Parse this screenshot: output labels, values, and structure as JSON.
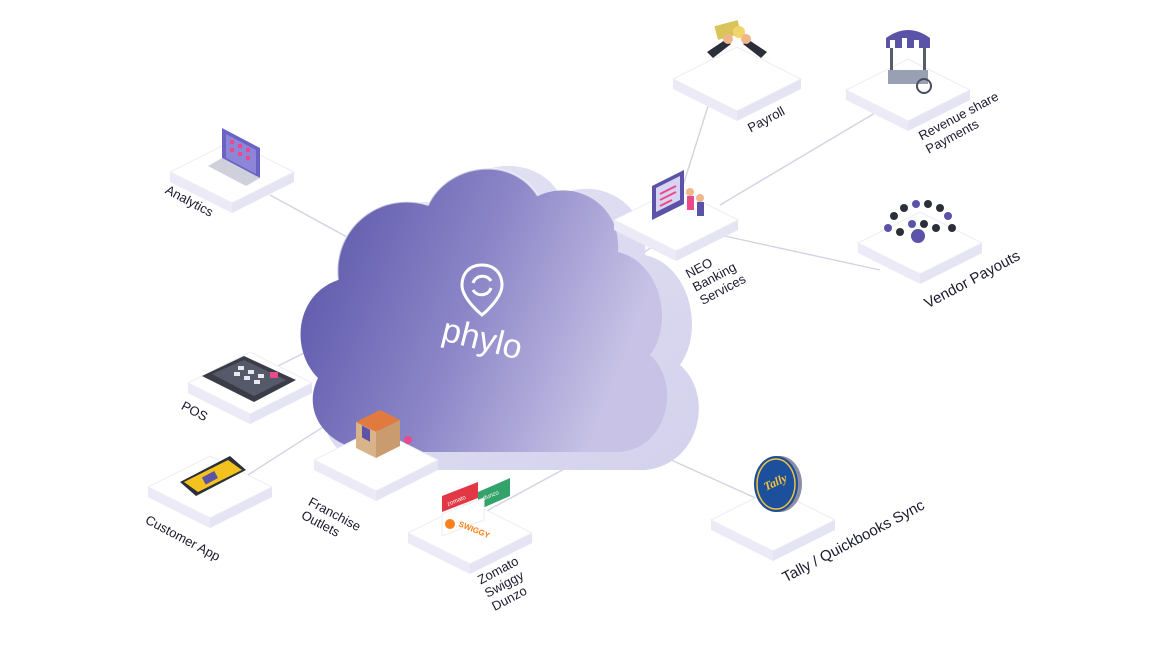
{
  "brand": {
    "name": "phylo",
    "cloud_color_start": "#5a53a8",
    "cloud_color_end": "#c9c3e6"
  },
  "nodes": {
    "analytics": {
      "label": "Analytics",
      "icon": "laptop-checklist-icon"
    },
    "payroll": {
      "label": "Payroll",
      "icon": "money-handover-icon"
    },
    "revenue_share": {
      "label_lines": [
        "Revenue share",
        "Payments"
      ],
      "icon": "market-stall-icon"
    },
    "neo_banking": {
      "label_lines": [
        "NEO",
        "Banking",
        "Services"
      ],
      "icon": "banking-dashboard-icon"
    },
    "vendor_payouts": {
      "label": "Vendor Payouts",
      "icon": "vendor-network-icon"
    },
    "pos": {
      "label": "POS",
      "icon": "pos-terminal-icon"
    },
    "customer_app": {
      "label": "Customer App",
      "icon": "mobile-phone-icon"
    },
    "franchise": {
      "label_lines": [
        "Franchise",
        "Outlets"
      ],
      "icon": "storefront-icon"
    },
    "aggregators": {
      "label_lines": [
        "Zomato",
        "Swiggy",
        "Dunzo"
      ],
      "icon": "delivery-apps-icon",
      "logos": [
        "zomato",
        "SWIGGY",
        "dunzo"
      ]
    },
    "tally": {
      "label": "Tally / Quickbooks Sync",
      "icon": "tally-logo-icon",
      "logo_text": "Tally"
    }
  },
  "colors": {
    "tile_top": "#ffffff",
    "tile_side": "#e4e4f2",
    "connector": "#cfd0e0",
    "zomato_red": "#e23744",
    "dunzo_green": "#33a36b",
    "swiggy_orange": "#fc8019",
    "tally_blue": "#1c4f9c",
    "tally_yellow": "#f2c23a"
  }
}
